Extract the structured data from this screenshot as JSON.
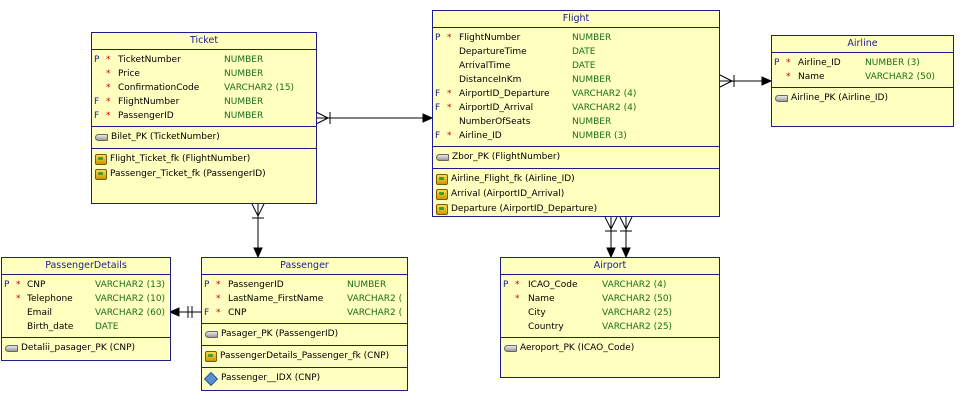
{
  "entities": {
    "ticket": {
      "title": "Ticket",
      "columns": [
        {
          "pf": "P",
          "req": "*",
          "name": "TicketNumber",
          "type": "NUMBER"
        },
        {
          "pf": "",
          "req": "*",
          "name": "Price",
          "type": "NUMBER"
        },
        {
          "pf": "",
          "req": "*",
          "name": "ConfirmationCode",
          "type": "VARCHAR2 (15)"
        },
        {
          "pf": "F",
          "req": "*",
          "name": "FlightNumber",
          "type": "NUMBER"
        },
        {
          "pf": "F",
          "req": "*",
          "name": "PassengerID",
          "type": "NUMBER"
        }
      ],
      "pks": [
        "Bilet_PK (TicketNumber)"
      ],
      "fks": [
        "Flight_Ticket_fk (FlightNumber)",
        "Passenger_Ticket_fk (PassengerID)"
      ]
    },
    "flight": {
      "title": "Flight",
      "columns": [
        {
          "pf": "P",
          "req": "*",
          "name": "FlightNumber",
          "type": "NUMBER"
        },
        {
          "pf": "",
          "req": "",
          "name": "DepartureTime",
          "type": "DATE"
        },
        {
          "pf": "",
          "req": "",
          "name": "ArrivalTime",
          "type": "DATE"
        },
        {
          "pf": "",
          "req": "",
          "name": "DistanceInKm",
          "type": "NUMBER"
        },
        {
          "pf": "F",
          "req": "*",
          "name": "AirportID_Departure",
          "type": "VARCHAR2 (4)"
        },
        {
          "pf": "F",
          "req": "*",
          "name": "AirportID_Arrival",
          "type": "VARCHAR2 (4)"
        },
        {
          "pf": "",
          "req": "",
          "name": "NumberOfSeats",
          "type": "NUMBER"
        },
        {
          "pf": "F",
          "req": "*",
          "name": "Airline_ID",
          "type": "NUMBER (3)"
        }
      ],
      "pks": [
        "Zbor_PK (FlightNumber)"
      ],
      "fks": [
        "Airline_Flight_fk (Airline_ID)",
        "Arrival (AirportID_Arrival)",
        "Departure (AirportID_Departure)"
      ]
    },
    "airline": {
      "title": "Airline",
      "columns": [
        {
          "pf": "P",
          "req": "*",
          "name": "Airline_ID",
          "type": "NUMBER (3)"
        },
        {
          "pf": "",
          "req": "*",
          "name": "Name",
          "type": "VARCHAR2 (50)"
        }
      ],
      "pks": [
        "Airline_PK (Airline_ID)"
      ]
    },
    "passengerdetails": {
      "title": "PassengerDetails",
      "columns": [
        {
          "pf": "P",
          "req": "*",
          "name": "CNP",
          "type": "VARCHAR2 (13)"
        },
        {
          "pf": "",
          "req": "*",
          "name": "Telephone",
          "type": "VARCHAR2 (10)"
        },
        {
          "pf": "",
          "req": "",
          "name": "Email",
          "type": "VARCHAR2 (60)"
        },
        {
          "pf": "",
          "req": "",
          "name": "Birth_date",
          "type": "DATE"
        }
      ],
      "pks": [
        "Detalii_pasager_PK (CNP)"
      ]
    },
    "passenger": {
      "title": "Passenger",
      "columns": [
        {
          "pf": "P",
          "req": "*",
          "name": "PassengerID",
          "type": "NUMBER"
        },
        {
          "pf": "",
          "req": "*",
          "name": "LastName_FirstName",
          "type": "VARCHAR2 ("
        },
        {
          "pf": "F",
          "req": "*",
          "name": "CNP",
          "type": "VARCHAR2 ("
        }
      ],
      "pks": [
        "Pasager_PK (PassengerID)"
      ],
      "fks": [
        "PassengerDetails_Passenger_fk (CNP)"
      ],
      "idx": [
        "Passenger__IDX (CNP)"
      ]
    },
    "airport": {
      "title": "Airport",
      "columns": [
        {
          "pf": "P",
          "req": "*",
          "name": "ICAO_Code",
          "type": "VARCHAR2 (4)"
        },
        {
          "pf": "",
          "req": "*",
          "name": "Name",
          "type": "VARCHAR2 (50)"
        },
        {
          "pf": "",
          "req": "",
          "name": "City",
          "type": "VARCHAR2 (25)"
        },
        {
          "pf": "",
          "req": "",
          "name": "Country",
          "type": "VARCHAR2 (25)"
        }
      ],
      "pks": [
        "Aeroport_PK (ICAO_Code)"
      ]
    }
  },
  "colors": {
    "entity_fill": "#ffffc0",
    "border": "#1c1c8c",
    "type_text": "#1a6e1a",
    "required_star": "#d00000"
  }
}
